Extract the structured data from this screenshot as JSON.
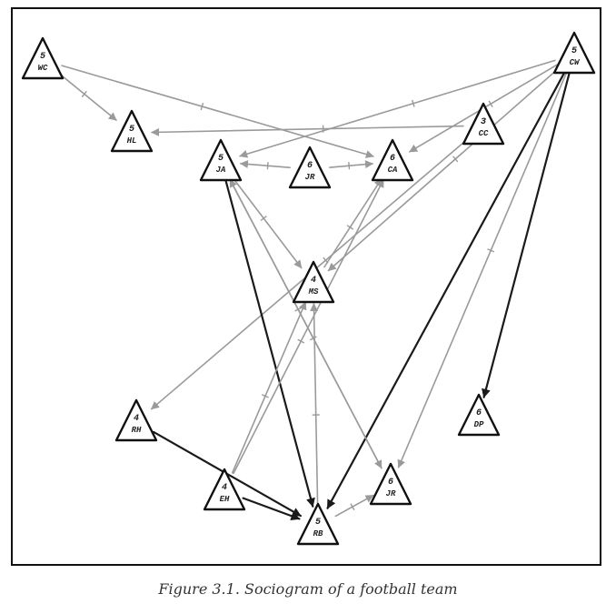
{
  "caption": "Figure 3.1. Sociogram of a football team",
  "colors": {
    "strong": "#1a1a1a",
    "weak": "#9a9a9a",
    "node_stroke": "#111111",
    "node_fill": "#ffffff"
  },
  "nodes": [
    {
      "id": "WC",
      "top": "5",
      "bottom": "WC"
    },
    {
      "id": "HL",
      "top": "5",
      "bottom": "HL"
    },
    {
      "id": "JA",
      "top": "5",
      "bottom": "JA"
    },
    {
      "id": "JR1",
      "top": "6",
      "bottom": "JR"
    },
    {
      "id": "CA",
      "top": "6",
      "bottom": "CA"
    },
    {
      "id": "CC",
      "top": "3",
      "bottom": "CC"
    },
    {
      "id": "CW",
      "top": "5",
      "bottom": "CW"
    },
    {
      "id": "MS",
      "top": "4",
      "bottom": "MS"
    },
    {
      "id": "RH",
      "top": "4",
      "bottom": "RH"
    },
    {
      "id": "DP",
      "top": "6",
      "bottom": "DP"
    },
    {
      "id": "EH",
      "top": "4",
      "bottom": "EH"
    },
    {
      "id": "RB",
      "top": "5",
      "bottom": "RB"
    },
    {
      "id": "JR2",
      "top": "6",
      "bottom": "JR"
    }
  ],
  "edges": [
    {
      "from": "WC",
      "to": "CA",
      "style": "weak"
    },
    {
      "from": "WC",
      "to": "HL",
      "style": "weak"
    },
    {
      "from": "CW",
      "to": "JA",
      "style": "weak"
    },
    {
      "from": "CW",
      "to": "CA",
      "style": "weak"
    },
    {
      "from": "CW",
      "to": "MS",
      "style": "weak"
    },
    {
      "from": "CW",
      "to": "RB",
      "style": "strong"
    },
    {
      "from": "CW",
      "to": "DP",
      "style": "strong"
    },
    {
      "from": "CW",
      "to": "JR2",
      "style": "weak"
    },
    {
      "from": "CC",
      "to": "HL",
      "style": "weak"
    },
    {
      "from": "CC",
      "to": "RH",
      "style": "weak"
    },
    {
      "from": "JA",
      "to": "RB",
      "style": "strong"
    },
    {
      "from": "JA",
      "to": "MS",
      "style": "weak"
    },
    {
      "from": "JA",
      "to": "JR2",
      "style": "weak"
    },
    {
      "from": "JR1",
      "to": "JA",
      "style": "weak"
    },
    {
      "from": "JR1",
      "to": "CA",
      "style": "weak"
    },
    {
      "from": "RH",
      "to": "RB",
      "style": "strong"
    },
    {
      "from": "EH",
      "to": "RB",
      "style": "strong"
    },
    {
      "from": "EH",
      "to": "CA",
      "style": "weak"
    },
    {
      "from": "EH",
      "to": "MS",
      "style": "weak"
    },
    {
      "from": "RB",
      "to": "MS",
      "style": "weak"
    },
    {
      "from": "RB",
      "to": "JR2",
      "style": "weak"
    },
    {
      "from": "JR2",
      "to": "JA",
      "style": "weak"
    },
    {
      "from": "MS",
      "to": "CA",
      "style": "weak"
    }
  ]
}
